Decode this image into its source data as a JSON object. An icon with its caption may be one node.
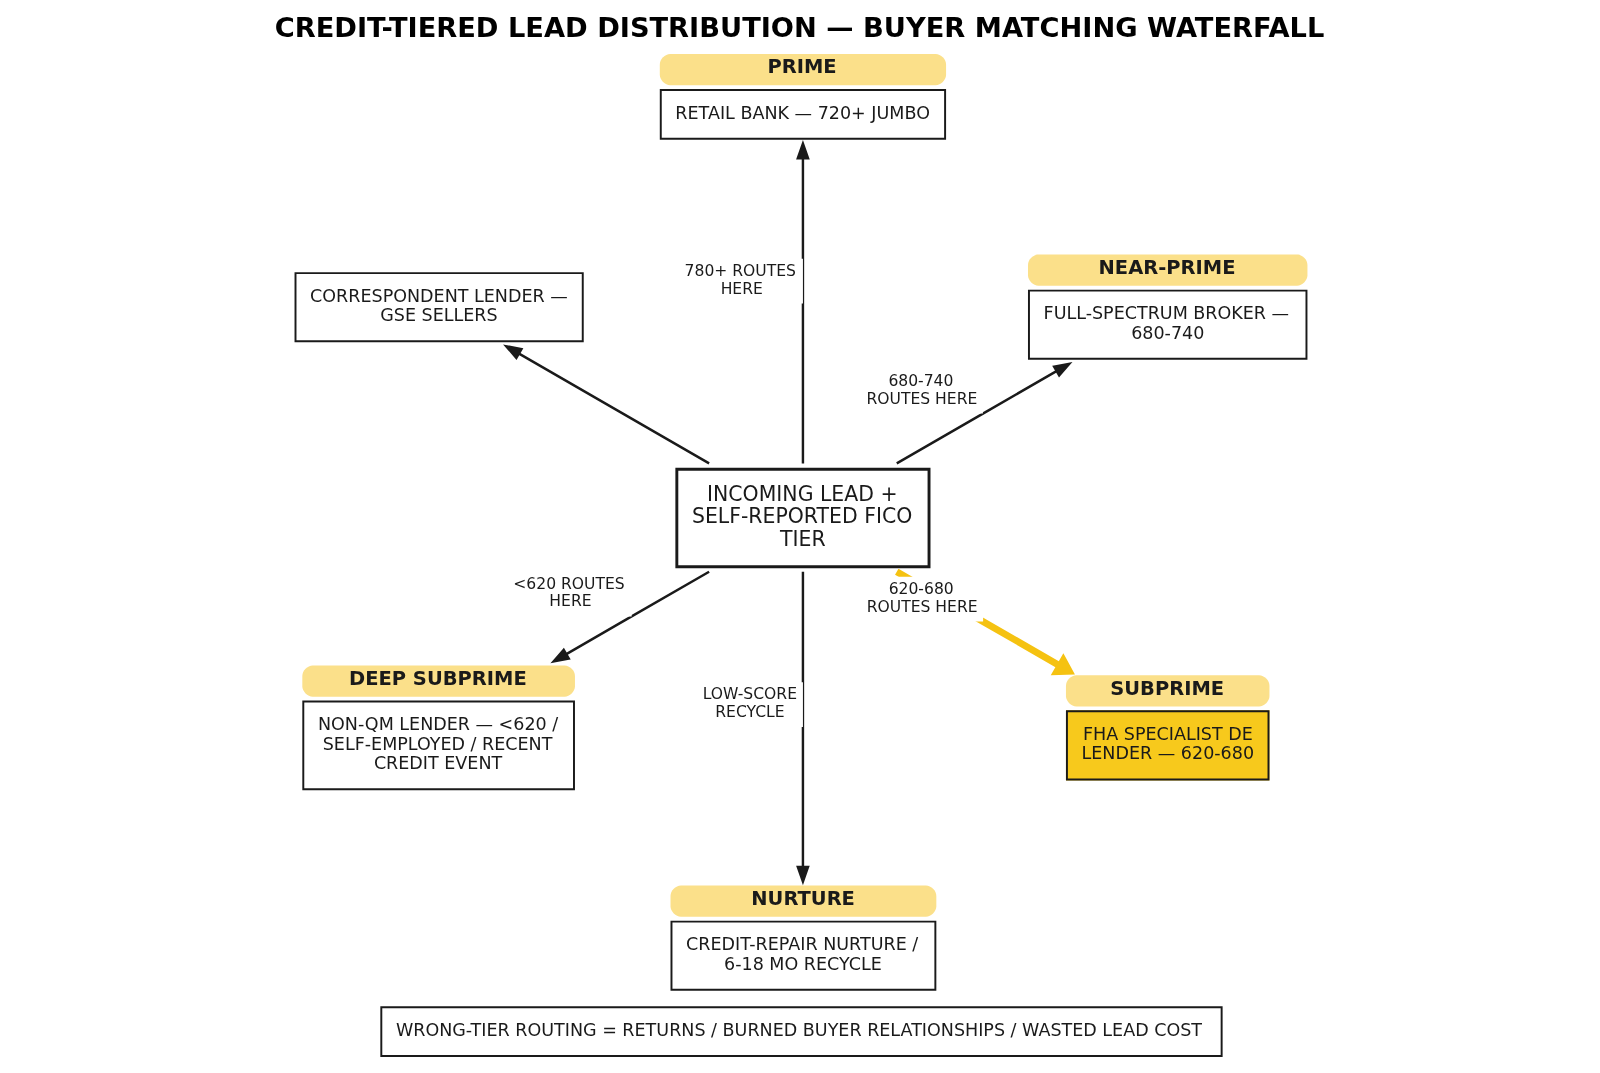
{
  "diagram": {
    "title": "CREDIT-TIERED LEAD DISTRIBUTION — BUYER MATCHING WATERFALL",
    "nodes": [
      {
        "text": [
          "PRIME",
          "RETAIL BANK — 720+ JUMBO"
        ]
      },
      {
        "text": [
          "NEAR-PRIME",
          "FULL-SPECTRUM BROKER — 680-740"
        ]
      },
      {
        "text": [
          "CORRESPONDENT LENDER — GSE SELLERS"
        ]
      },
      {
        "text": [
          "INCOMING LEAD + SELF-REPORTED FICO TIER"
        ]
      },
      {
        "text": [
          "DEEP SUBPRIME",
          "NON-QM LENDER — <620 / SELF-EMPLOYED / RECENT CREDIT EVENT"
        ]
      },
      {
        "text": [
          "SUBPRIME",
          "FHA SPECIALIST DE LENDER — 620-680"
        ]
      },
      {
        "text": [
          "NURTURE",
          "CREDIT-REPAIR NURTURE / 6-18 MO RECYCLE"
        ]
      },
      {
        "text": [
          "WRONG-TIER ROUTING = RETURNS / BURNED BUYER RELATIONSHIPS / WASTED LEAD COST"
        ]
      }
    ],
    "edges": [
      {
        "from": 3,
        "to": 0,
        "arrow": "to",
        "label": "780+ ROUTES HERE"
      },
      {
        "from": 3,
        "to": 2,
        "arrow": "to"
      },
      {
        "from": 3,
        "to": 1,
        "arrow": "to",
        "label": "680-740 ROUTES HERE"
      },
      {
        "from": 3,
        "to": 4,
        "arrow": "to",
        "label": "<620 ROUTES HERE"
      },
      {
        "from": 3,
        "to": 6,
        "arrow": "to",
        "label": "LOW-SCORE RECYCLE"
      },
      {
        "from": 3,
        "to": 5,
        "arrow": "to",
        "label": "620-680 ROUTES HERE",
        "style": "thick",
        "color": "#f5c211"
      }
    ]
  }
}
